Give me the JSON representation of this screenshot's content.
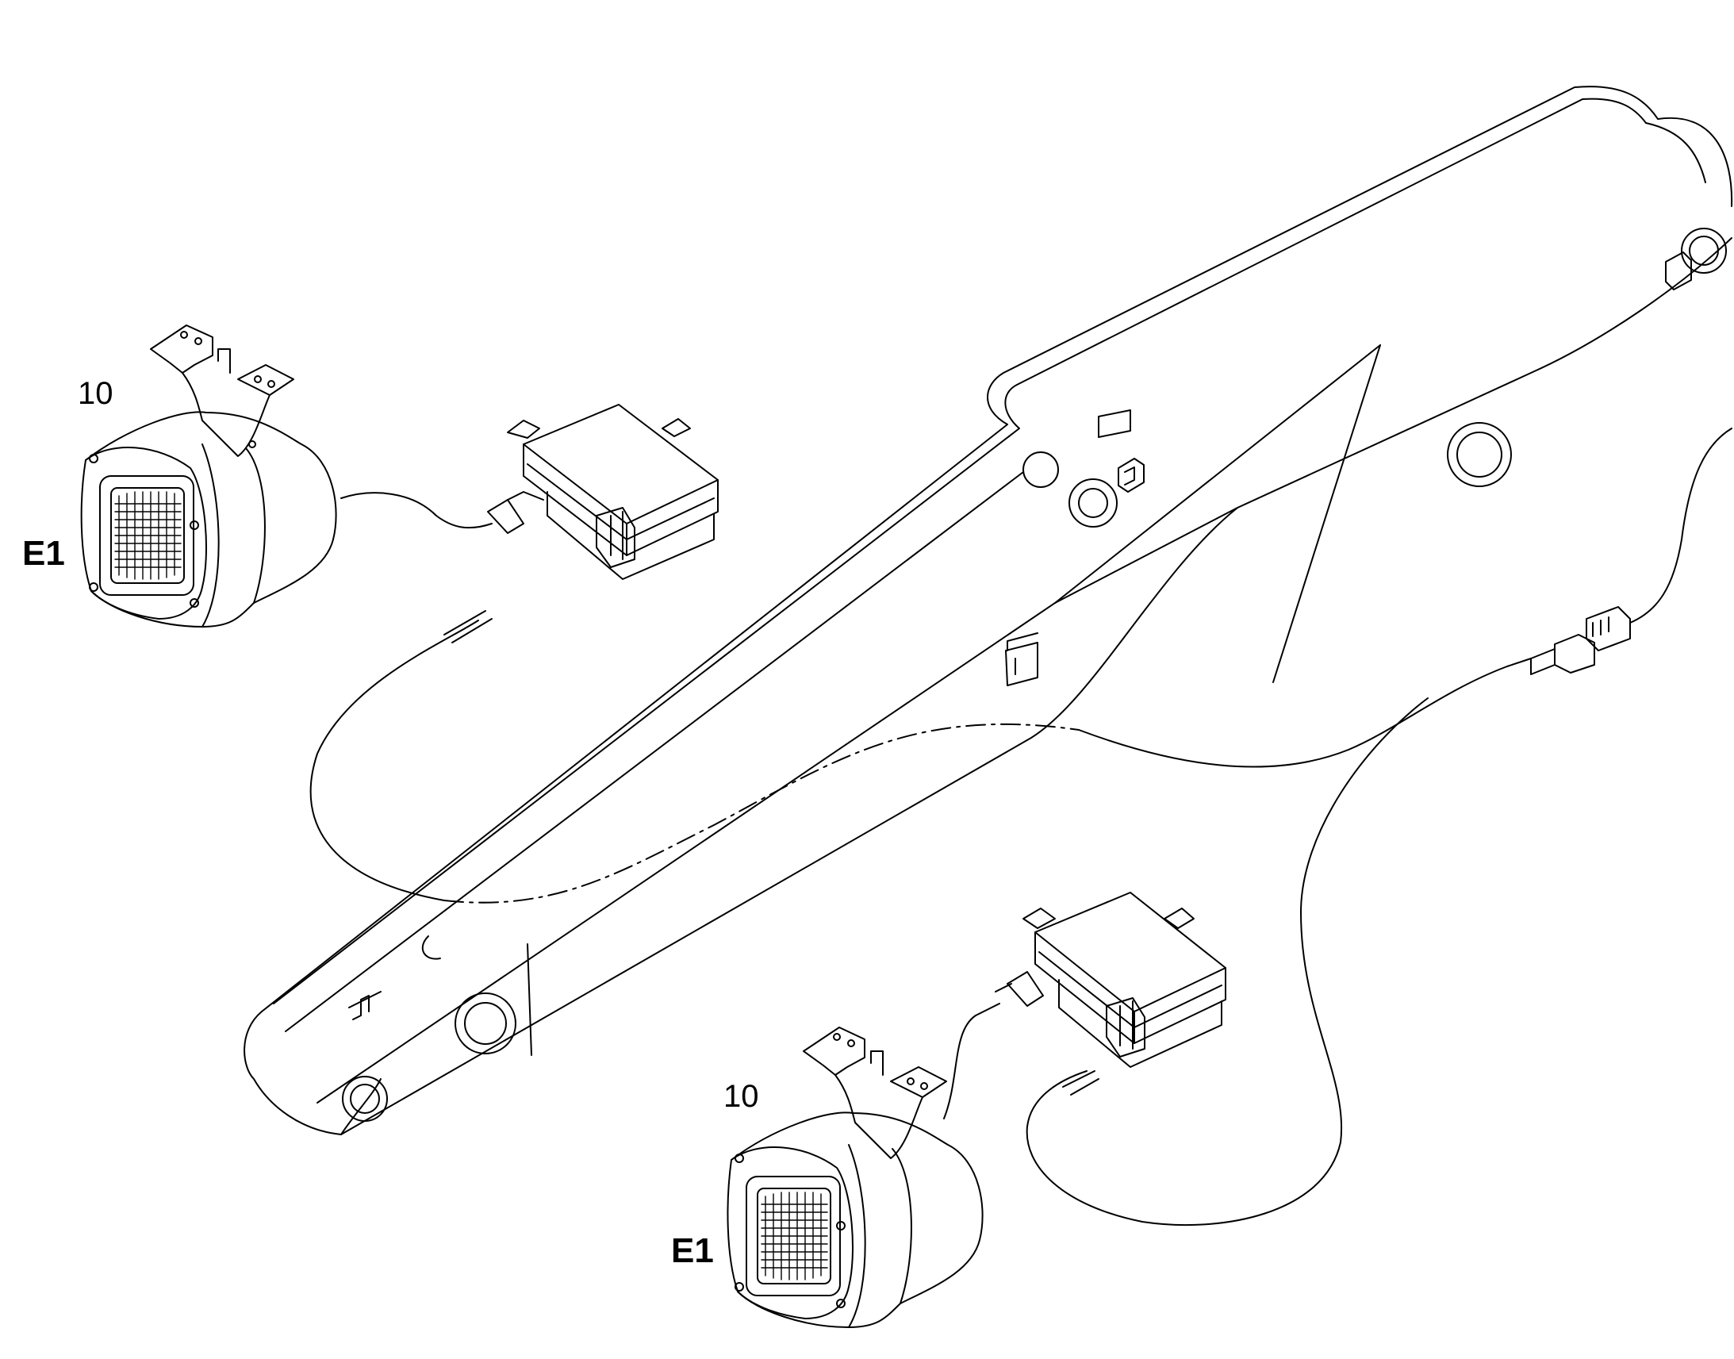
{
  "diagram": {
    "callouts": [
      {
        "id": "lamp-upper",
        "number": "10",
        "reference": "E1"
      },
      {
        "id": "lamp-lower",
        "number": "10",
        "reference": "E1"
      }
    ],
    "colors": {
      "line": "#000000",
      "background": "#ffffff"
    },
    "icons": [
      "work-lamp-icon",
      "relay-box-icon",
      "connector-icon",
      "bracket-icon"
    ]
  }
}
